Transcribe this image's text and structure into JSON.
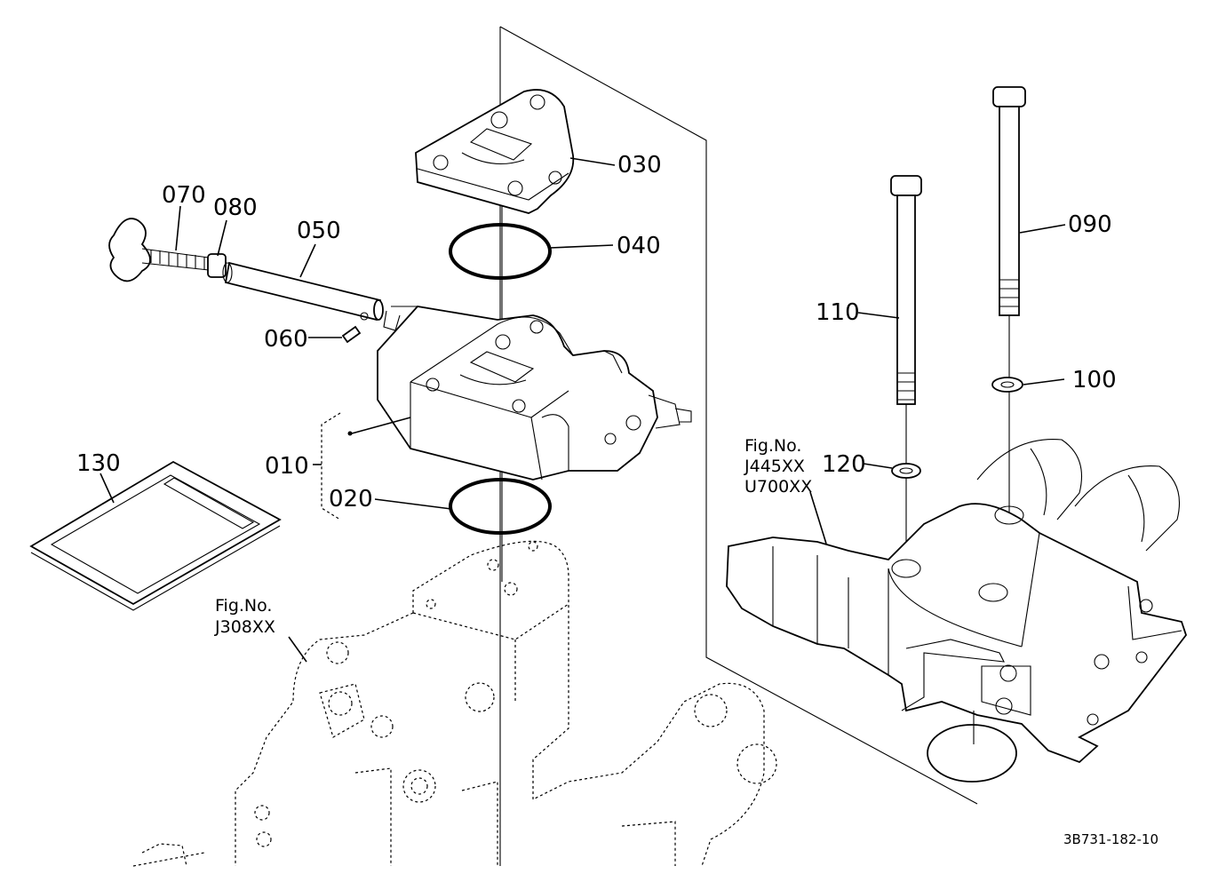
{
  "diagram": {
    "callouts": {
      "c070": "070",
      "c080": "080",
      "c050": "050",
      "c060": "060",
      "c030": "030",
      "c040": "040",
      "c010": "010",
      "c020": "020",
      "c130": "130",
      "c090": "090",
      "c110": "110",
      "c100": "100",
      "c120": "120"
    },
    "references": {
      "left": {
        "line1": "Fig.No.",
        "line2": "J308XX"
      },
      "right": {
        "line1": "Fig.No.",
        "line2": "J445XX",
        "line3": "U700XX"
      }
    },
    "drawing_code": "3B731-182-10"
  }
}
